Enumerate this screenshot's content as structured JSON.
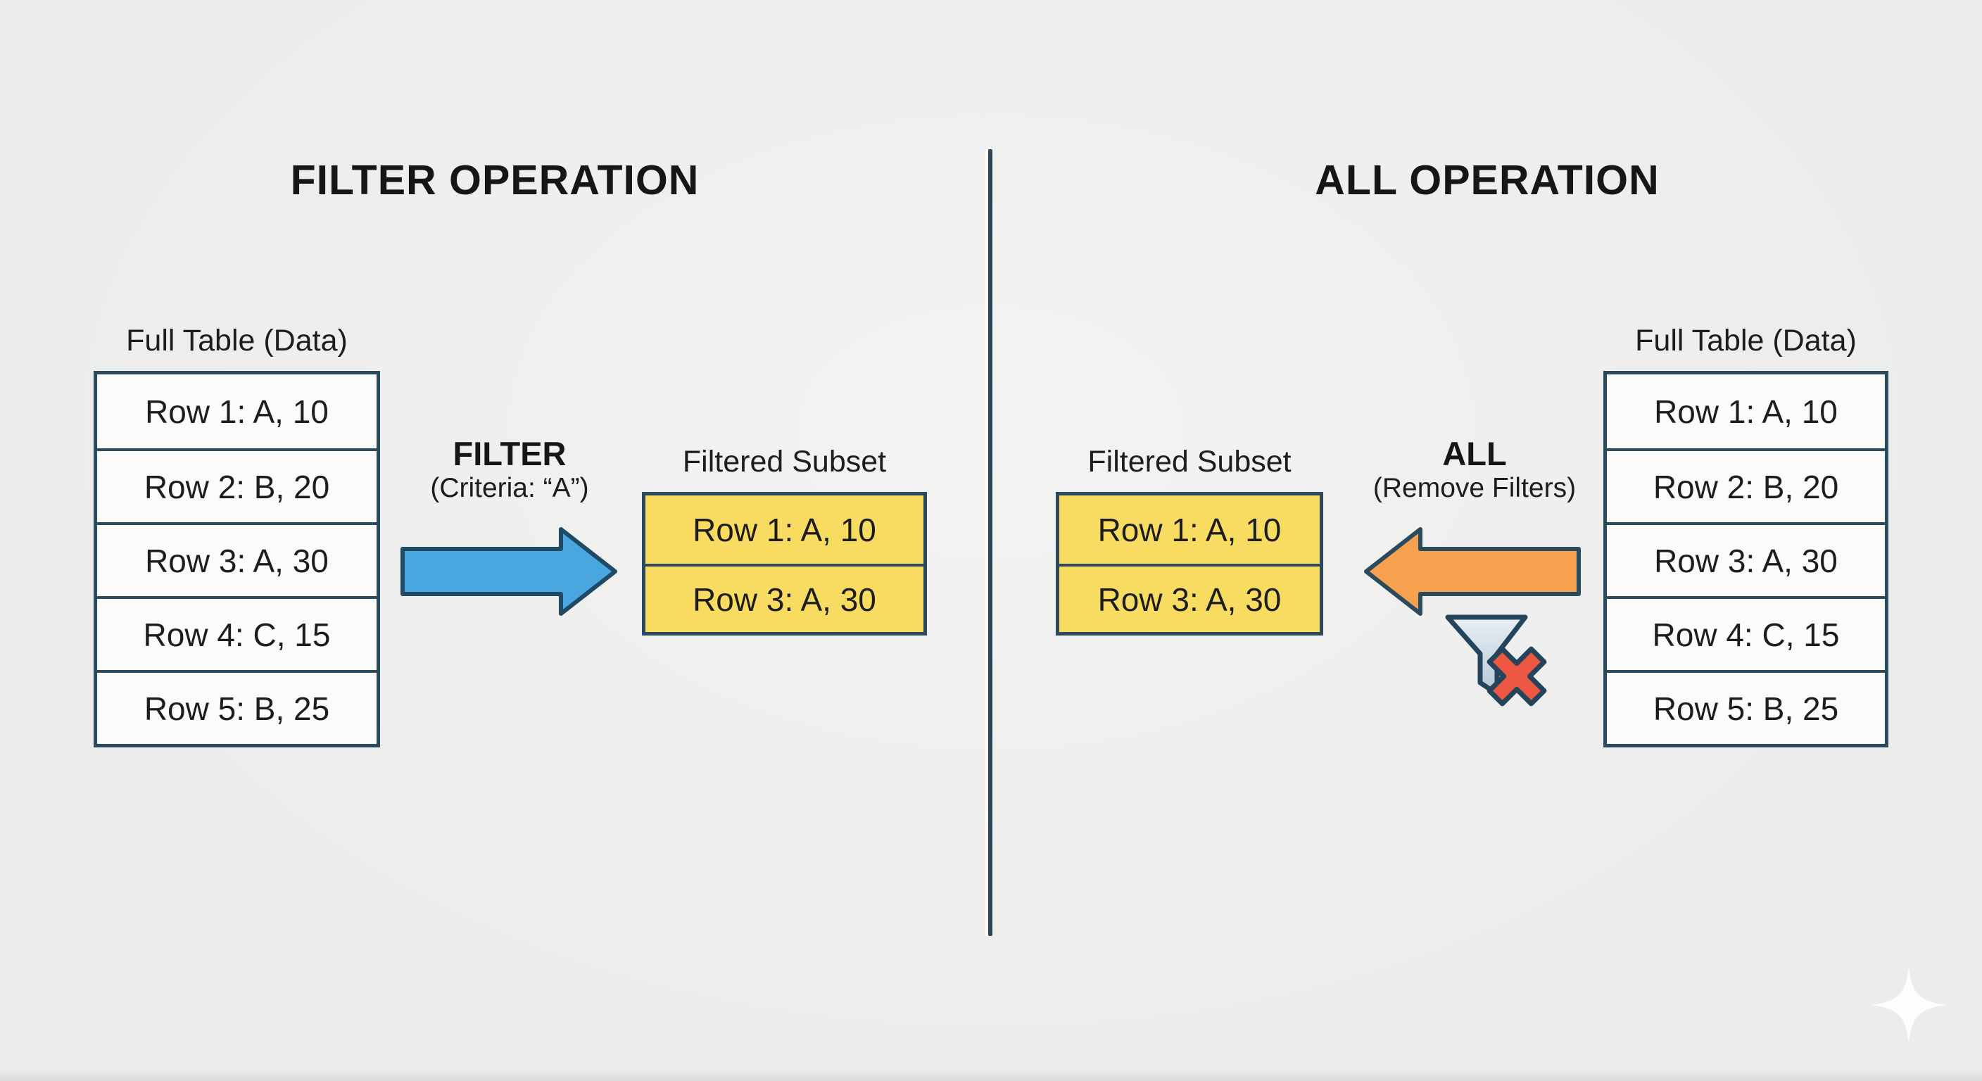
{
  "diagram": {
    "left_panel": {
      "title": "FILTER OPERATION",
      "source_table": {
        "title": "Full Table (Data)",
        "rows": [
          "Row 1: A, 10",
          "Row 2: B, 20",
          "Row 3: A, 30",
          "Row 4: C, 15",
          "Row 5: B, 25"
        ]
      },
      "operation": {
        "name": "FILTER",
        "detail": "(Criteria: “A”)",
        "arrow_direction": "right"
      },
      "result_table": {
        "title": "Filtered Subset",
        "rows": [
          "Row 1: A, 10",
          "Row 3: A, 30"
        ]
      }
    },
    "right_panel": {
      "title": "ALL OPERATION",
      "result_table": {
        "title": "Filtered Subset",
        "rows": [
          "Row 1: A, 10",
          "Row 3: A, 30"
        ]
      },
      "operation": {
        "name": "ALL",
        "detail": "(Remove Filters)",
        "arrow_direction": "left"
      },
      "source_table": {
        "title": "Full Table (Data)",
        "rows": [
          "Row 1: A, 10",
          "Row 2: B, 20",
          "Row 3: A, 30",
          "Row 4: C, 15",
          "Row 5: B, 25"
        ]
      },
      "icon": "filter-removed (funnel with red X)"
    },
    "colors": {
      "background": "#ecedeb",
      "outline": "#2b4a5e",
      "row_fill": "#fbfcfa",
      "highlight_fill": "#f8dc62",
      "filter_arrow_fill": "#4aa6de",
      "all_arrow_fill": "#f6a14f",
      "x_mark_fill": "#ee5742",
      "funnel_fill_top": "#e9eff4",
      "funnel_fill_bottom": "#b5c8d6",
      "text": "#1c1c1c"
    }
  }
}
